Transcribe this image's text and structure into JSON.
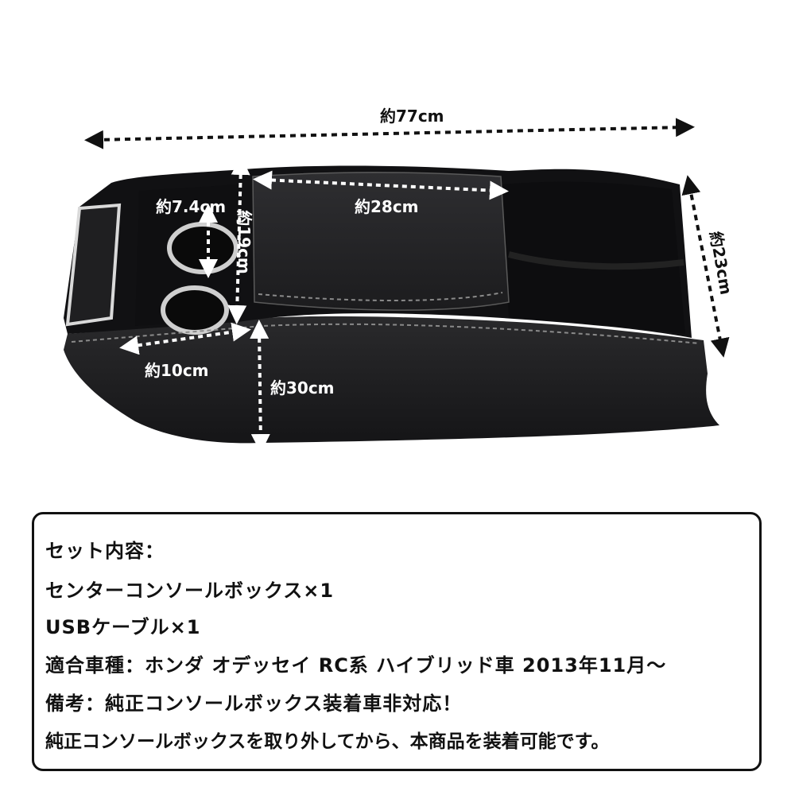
{
  "dimensions": {
    "length": "約77cm",
    "cup_diameter": "約7.4cm",
    "lid_length": "約28cm",
    "inner_height": "約19cm",
    "depth": "約23cm",
    "front_width": "約10cm",
    "height": "約30cm"
  },
  "contents": {
    "heading": "セット内容：",
    "item_1": "センターコンソールボックス×1",
    "item_2": "USBケーブル×1",
    "compatibility": "適合車種：ホンダ オデッセイ RC系 ハイブリッド車 2013年11月～",
    "note_1": "備考：純正コンソールボックス装着車非対応！",
    "note_2": "純正コンソールボックスを取り外してから、本商品を装着可能です。"
  },
  "colors": {
    "product_body": "#1b1b1d",
    "stitching": "#8a8a8a",
    "chrome": "#d9d9d9"
  }
}
